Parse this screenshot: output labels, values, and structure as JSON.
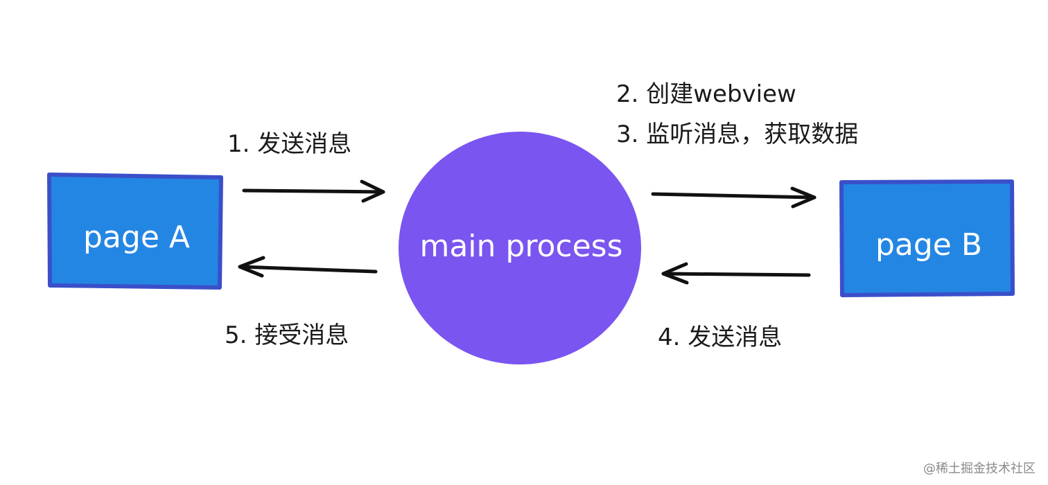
{
  "nodes": {
    "page_a": {
      "label": "page A",
      "color": "#2486e3",
      "border": "#3a4fc9"
    },
    "main_process": {
      "label": "main process",
      "color": "#7a55f0"
    },
    "page_b": {
      "label": "page B",
      "color": "#2486e3",
      "border": "#3a4fc9"
    }
  },
  "steps": {
    "step1": "1. 发送消息",
    "step2": "2. 创建webview",
    "step3": "3. 监听消息，获取数据",
    "step4": "4. 发送消息",
    "step5": "5. 接受消息"
  },
  "arrow_color": "#111111",
  "watermark": "@稀土掘金技术社区"
}
